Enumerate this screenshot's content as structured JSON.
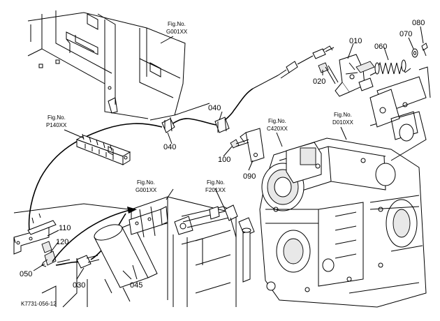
{
  "figure_refs": [
    {
      "key": "g001_top",
      "fig": "Fig.No.",
      "code": "G001XX"
    },
    {
      "key": "p140",
      "fig": "Fig.No.",
      "code": "P140XX"
    },
    {
      "key": "c420",
      "fig": "Fig.No.",
      "code": "C420XX"
    },
    {
      "key": "d010",
      "fig": "Fig.No.",
      "code": "D010XX"
    },
    {
      "key": "g001_mid",
      "fig": "Fig.No.",
      "code": "G001XX"
    },
    {
      "key": "f201",
      "fig": "Fig.No.",
      "code": "F201XX"
    }
  ],
  "part_labels": [
    "010",
    "020",
    "030",
    "040",
    "040",
    "045",
    "050",
    "060",
    "070",
    "080",
    "090",
    "100",
    "110",
    "120"
  ],
  "drawing_id": "K7731-056-12"
}
